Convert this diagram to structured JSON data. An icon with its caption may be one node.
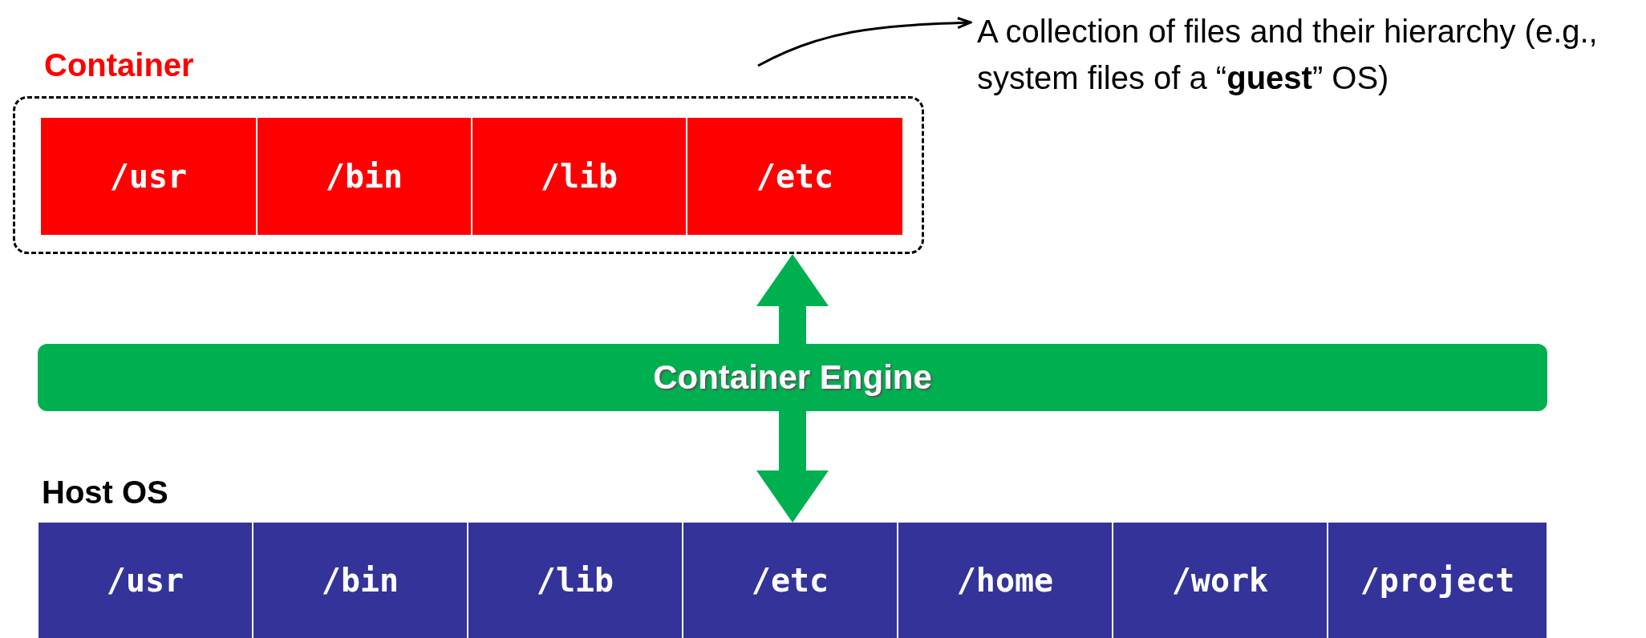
{
  "diagram": {
    "nodes": [
      {
        "text": [
          "Container"
        ]
      },
      {
        "text": [
          "/usr"
        ],
        "in": 0
      },
      {
        "text": [
          "/bin"
        ],
        "in": 0
      },
      {
        "text": [
          "/lib"
        ],
        "in": 0
      },
      {
        "text": [
          "/etc"
        ],
        "in": 0
      },
      {
        "text": [
          "Container Engine"
        ]
      },
      {
        "text": [
          "/usr"
        ]
      },
      {
        "text": [
          "/bin"
        ]
      },
      {
        "text": [
          "/lib"
        ]
      },
      {
        "text": [
          "/etc"
        ]
      },
      {
        "text": [
          "/home"
        ]
      },
      {
        "text": [
          "/work"
        ]
      },
      {
        "text": [
          "/project"
        ]
      },
      {
        "text": [
          "A collection of files and their hierarchy (e.g., system files of a “**guest**” OS)"
        ]
      }
    ],
    "edges": [
      {
        "from": 5,
        "to": 0,
        "arrow": "to"
      },
      {
        "from": 5,
        "to": 9,
        "arrow": "to"
      },
      {
        "from": 0,
        "to": 13,
        "arrow": "to",
        "color": "#000000"
      }
    ],
    "labels": [
      "Host OS"
    ]
  }
}
